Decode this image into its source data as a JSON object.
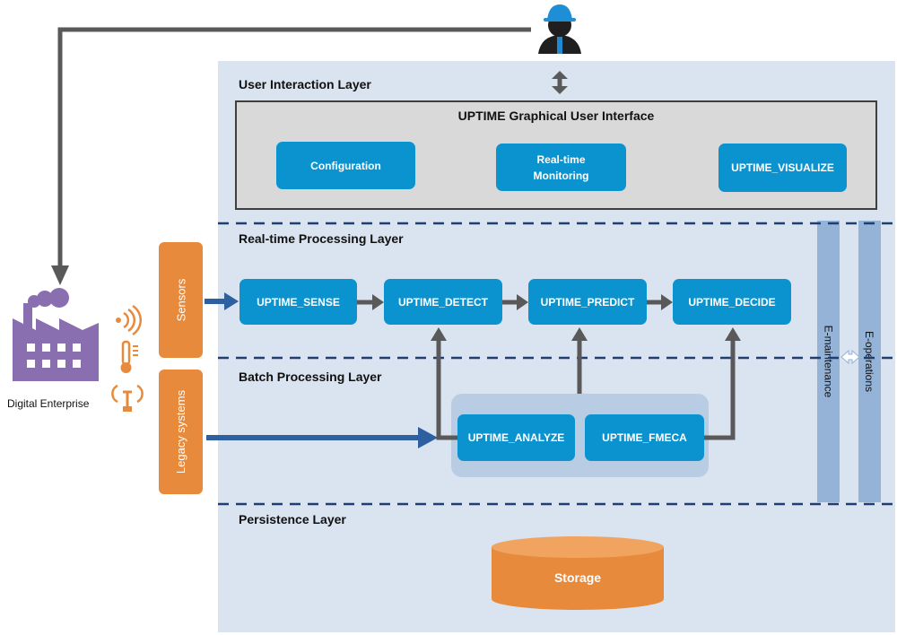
{
  "colors": {
    "layer_background": "#dae3f0",
    "module_blue": "#0b93d0",
    "orange": "#e88a3c",
    "gui_panel": "#d9d9d9",
    "pillar_blue": "#95b3d7",
    "dashed_line": "#1f3f73",
    "arrow_gray": "#595959",
    "arrow_blue": "#2e5fa0",
    "factory_purple": "#8a6fb0"
  },
  "layers": {
    "user_interaction": "User Interaction Layer",
    "realtime": "Real-time Processing Layer",
    "batch": "Batch Processing Layer",
    "persistence": "Persistence Layer"
  },
  "gui": {
    "title": "UPTIME Graphical User Interface",
    "modules": [
      "Configuration",
      "Real-time Monitoring",
      "UPTIME_VISUALIZE"
    ]
  },
  "realtime_modules": [
    "UPTIME_SENSE",
    "UPTIME_DETECT",
    "UPTIME_PREDICT",
    "UPTIME_DECIDE"
  ],
  "batch_modules": [
    "UPTIME_ANALYZE",
    "UPTIME_FMECA"
  ],
  "sources": {
    "sensors": "Sensors",
    "legacy": "Legacy systems"
  },
  "pillars": {
    "maintenance": "E-maintenance",
    "operations": "E-operations"
  },
  "storage": "Storage",
  "enterprise": "Digital Enterprise",
  "icons": {
    "user": "engineer-user-icon",
    "factory": "factory-icon",
    "wireless": "wireless-signal-icon",
    "thermometer": "thermometer-icon",
    "antenna": "antenna-icon"
  }
}
